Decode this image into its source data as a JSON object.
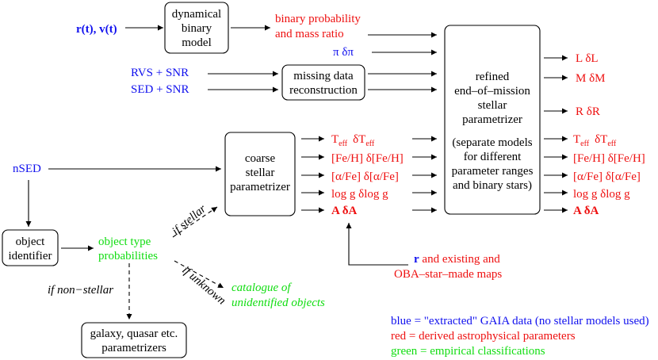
{
  "colors": {
    "blue": "#1010ee",
    "red": "#ee1010",
    "green": "#11dd11"
  },
  "inputs": {
    "rt_vt": "r(t), v(t)",
    "rvs_snr": "RVS + SNR",
    "sed_snr": "SED + SNR",
    "nsed": "nSED",
    "parallax": "π  δπ"
  },
  "boxes": {
    "dynamical": [
      "dynamical",
      "binary",
      "model"
    ],
    "missing": [
      "missing data",
      "reconstruction"
    ],
    "coarse": [
      "coarse",
      "stellar",
      "parametrizer"
    ],
    "refined": [
      "refined",
      "end–of–mission",
      "stellar",
      "parametrizer"
    ],
    "refined_note": [
      "(separate models",
      "for different",
      "parameter ranges",
      "and binary stars)"
    ],
    "object_id": [
      "object",
      "identifier"
    ],
    "galaxy": [
      "galaxy, quasar etc.",
      "parametrizers"
    ]
  },
  "derived": {
    "binary_prob": [
      "binary probability",
      "and mass ratio"
    ],
    "coarse_outputs": {
      "teff": "T",
      "teff_sub": "eff",
      "dteff": "δT",
      "feh": "[Fe/H]  δ[Fe/H]",
      "afe": "[α/Fe] δ[α/Fe]",
      "logg": "log g  δlog g",
      "ext": "A  δA"
    },
    "refined_outputs": {
      "L": "L  δL",
      "M": "M  δM",
      "R": "R  δR",
      "teff": "T",
      "teff_sub": "eff",
      "dteff": "δT",
      "feh": "[Fe/H]  δ[Fe/H]",
      "afe": "[α/Fe] δ[α/Fe]",
      "logg": "log g  δlog g",
      "ext": "A  δA"
    }
  },
  "maps": {
    "r": "r",
    "line1": " and existing and",
    "line2": "OBA–star–made maps"
  },
  "classification": {
    "probabilities": [
      "object type",
      "probabilities"
    ],
    "catalogue": [
      "catalogue of",
      "unidentified objects"
    ]
  },
  "conditions": {
    "if_stellar": "if stellar",
    "if_unknown": "if unknown",
    "if_non_stellar": "if non−stellar"
  },
  "legend": {
    "blue": "blue = \"extracted\" GAIA data (no stellar models used)",
    "red": "red = derived astrophysical parameters",
    "green": "green = empirical classifications"
  }
}
